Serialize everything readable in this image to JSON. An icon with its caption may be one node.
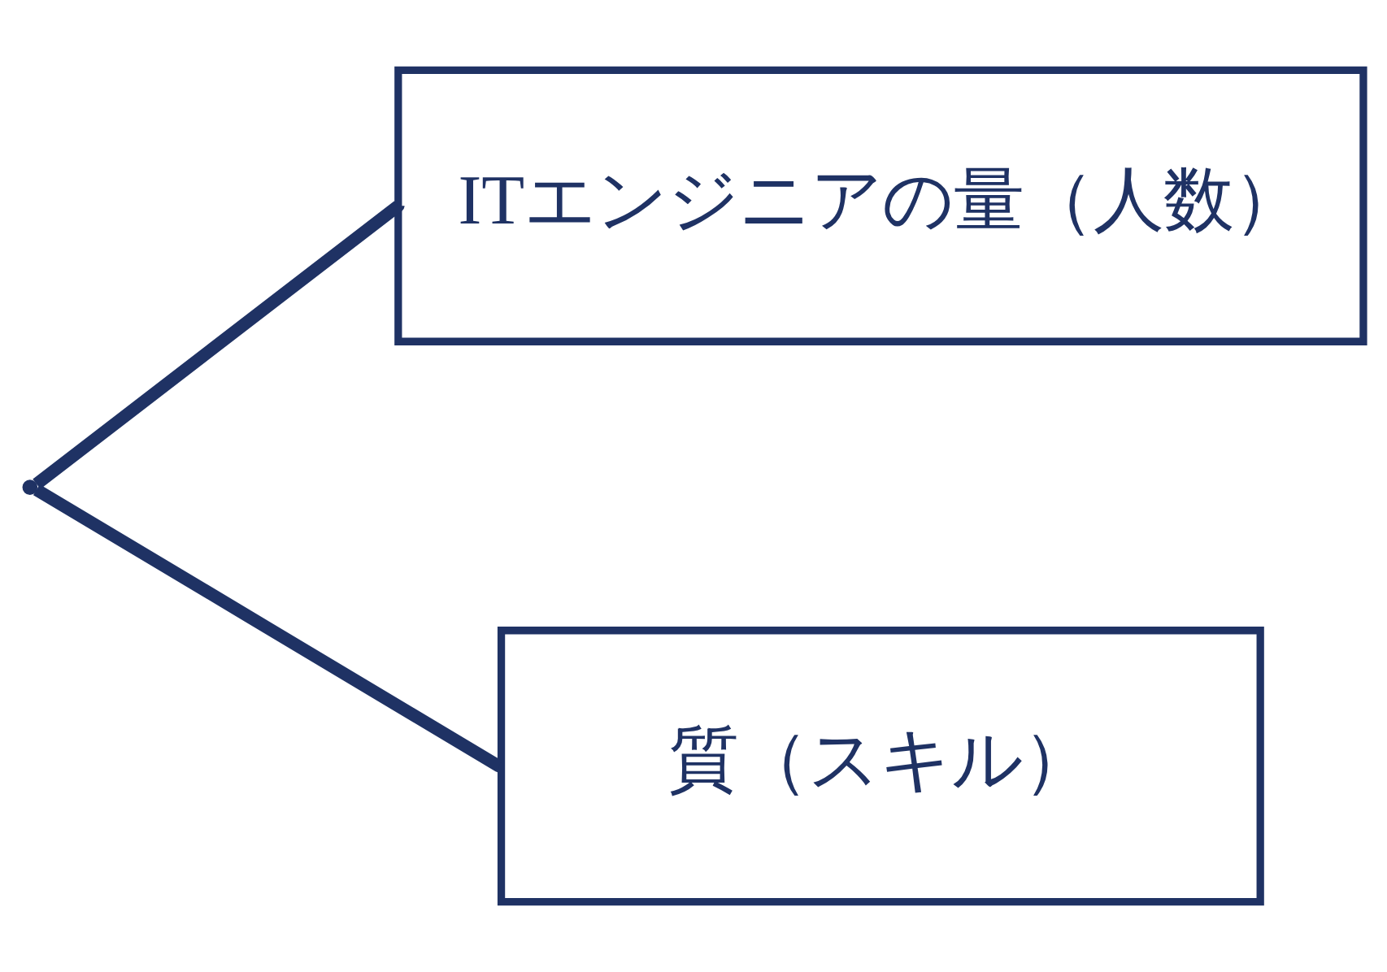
{
  "diagram": {
    "nodes": [
      {
        "text": [],
        "shape": "point"
      },
      {
        "text": [
          "ITエンジニアの量（人数）"
        ]
      },
      {
        "text": [
          "質（スキル）"
        ]
      }
    ],
    "edges": [
      {
        "from": 0,
        "to": 1,
        "arrow": "none"
      },
      {
        "from": 0,
        "to": 2,
        "arrow": "none"
      }
    ]
  }
}
